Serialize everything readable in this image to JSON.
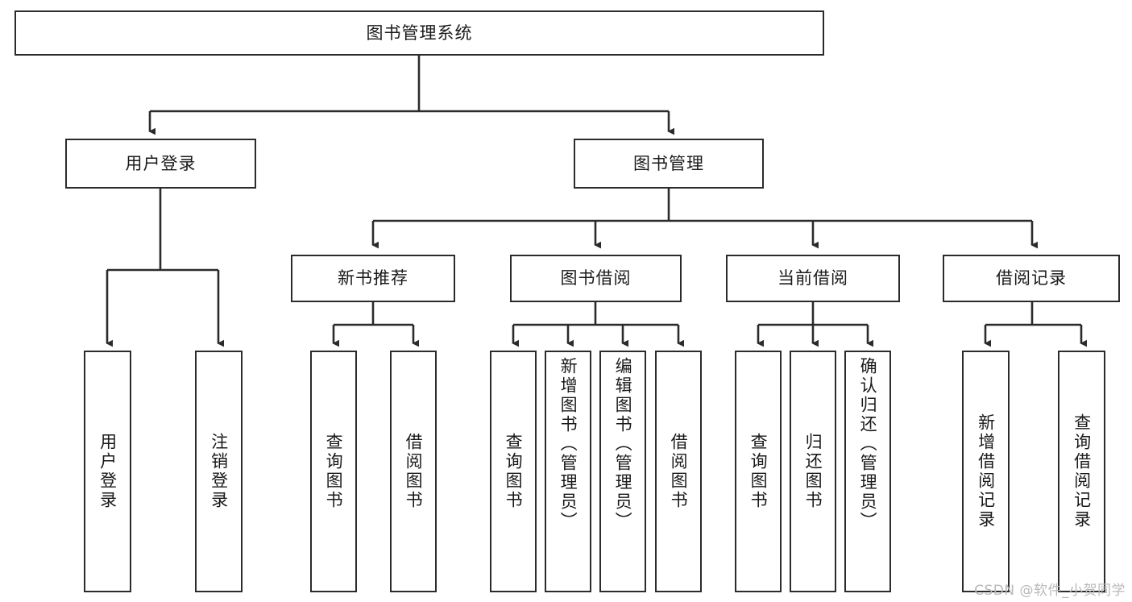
{
  "diagram": {
    "title": "图书管理系统",
    "type": "tree",
    "watermark": "CSDN @软件_小贺同学",
    "colors": {
      "box_border": "#2b2b2b",
      "box_fill": "#ffffff",
      "connector": "#2b2b2b",
      "text": "#1a1a1a",
      "watermark": "#b9b9b9"
    },
    "root": {
      "label": "图书管理系统",
      "orientation": "horizontal"
    },
    "level2": [
      {
        "label": "用户登录",
        "orientation": "horizontal"
      },
      {
        "label": "图书管理",
        "orientation": "horizontal"
      }
    ],
    "level3": [
      {
        "label": "新书推荐",
        "orientation": "horizontal"
      },
      {
        "label": "图书借阅",
        "orientation": "horizontal"
      },
      {
        "label": "当前借阅",
        "orientation": "horizontal"
      },
      {
        "label": "借阅记录",
        "orientation": "horizontal"
      }
    ],
    "leaves": {
      "user_login": [
        {
          "label": "用户登录",
          "orientation": "vertical"
        },
        {
          "label": "注销登录",
          "orientation": "vertical"
        }
      ],
      "new_book_recommend": [
        {
          "label": "查询图书",
          "orientation": "vertical"
        },
        {
          "label": "借阅图书",
          "orientation": "vertical"
        }
      ],
      "book_borrow": [
        {
          "label": "查询图书",
          "orientation": "vertical"
        },
        {
          "label": "新增图书（管理员）",
          "orientation": "vertical"
        },
        {
          "label": "编辑图书（管理员）",
          "orientation": "vertical"
        },
        {
          "label": "借阅图书",
          "orientation": "vertical"
        }
      ],
      "current_borrow": [
        {
          "label": "查询图书",
          "orientation": "vertical"
        },
        {
          "label": "归还图书",
          "orientation": "vertical"
        },
        {
          "label": "确认归还（管理员）",
          "orientation": "vertical"
        }
      ],
      "borrow_record": [
        {
          "label": "新增借阅记录",
          "orientation": "vertical"
        },
        {
          "label": "查询借阅记录",
          "orientation": "vertical"
        }
      ]
    }
  }
}
